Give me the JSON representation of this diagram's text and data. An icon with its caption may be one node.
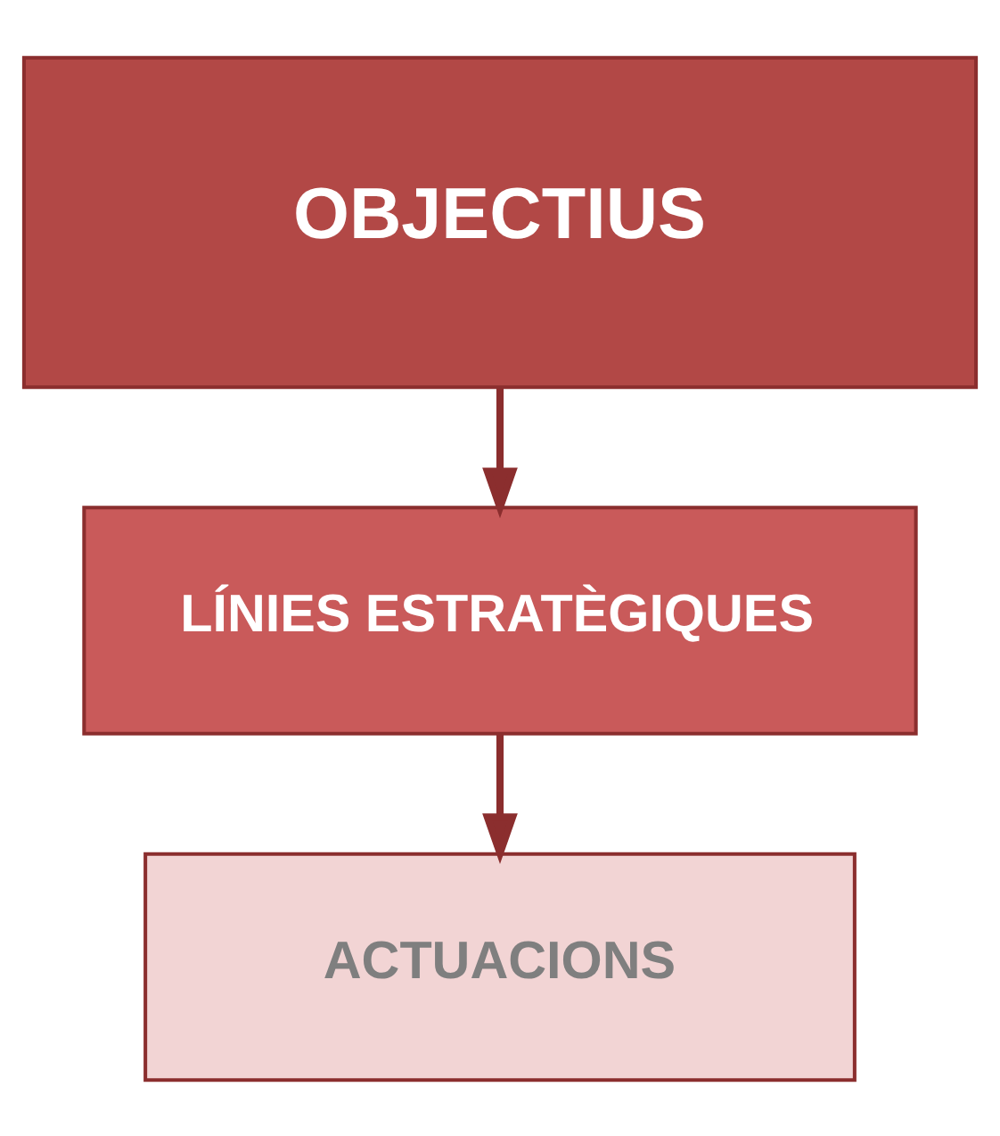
{
  "diagram": {
    "nodes": [
      {
        "text": [
          "OBJECTIUS"
        ]
      },
      {
        "text": [
          "LÍNIES ESTRATÈGIQUES"
        ]
      },
      {
        "text": [
          "ACTUACIONS"
        ]
      }
    ],
    "edges": [
      {
        "from": 0,
        "to": 1,
        "arrow": "to"
      },
      {
        "from": 1,
        "to": 2,
        "arrow": "to"
      }
    ]
  }
}
